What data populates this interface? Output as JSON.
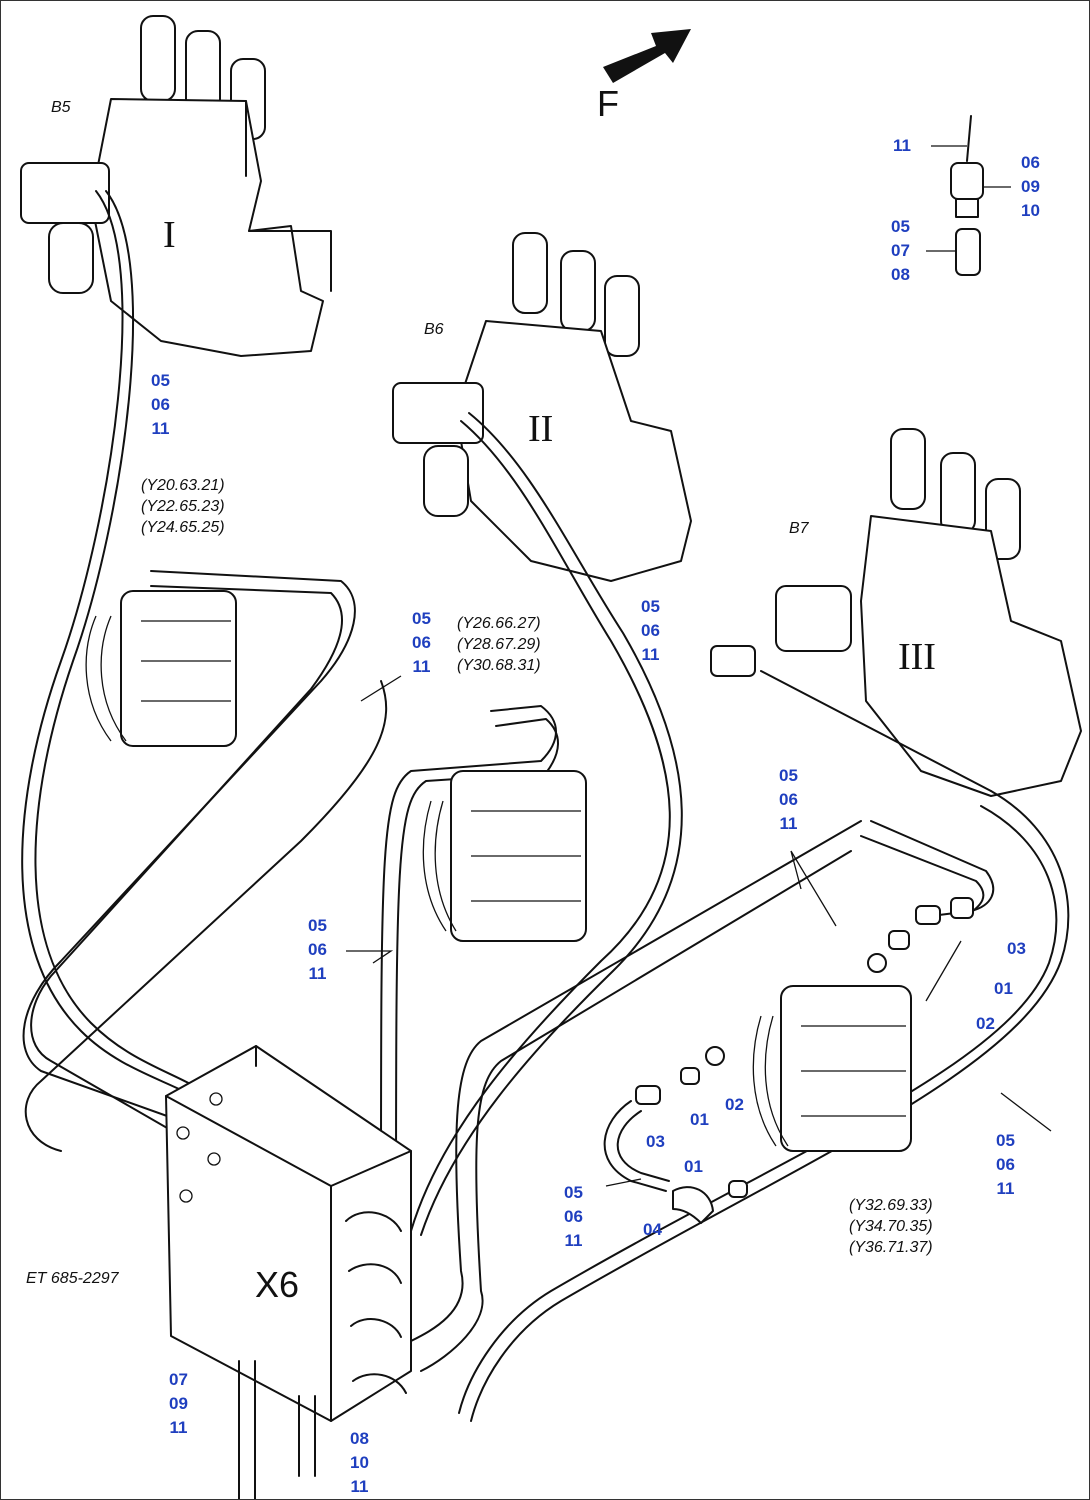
{
  "direction_label": "F",
  "sensors": {
    "b5": "B5",
    "b6": "B6",
    "b7": "B7"
  },
  "valve_blocks": {
    "block_1": "I",
    "block_2": "II",
    "block_3": "III"
  },
  "junction_box": {
    "label": "X6",
    "reference": "ET 685-2297"
  },
  "solenoid_groups": {
    "group_a": [
      "(Y20.63.21)",
      "(Y22.65.23)",
      "(Y24.65.25)"
    ],
    "group_b": [
      "(Y26.66.27)",
      "(Y28.67.29)",
      "(Y30.68.31)"
    ],
    "group_c": [
      "(Y32.69.33)",
      "(Y34.70.35)",
      "(Y36.71.37)"
    ]
  },
  "part_callouts": {
    "cable_b5": [
      "05",
      "06",
      "11"
    ],
    "cable_group_a": [
      "05",
      "06",
      "11"
    ],
    "cable_b6": [
      "05",
      "06",
      "11"
    ],
    "cable_group_c_top": [
      "05",
      "06",
      "11"
    ],
    "cable_group_b": [
      "05",
      "06",
      "11"
    ],
    "cable_b7": [
      "05",
      "06",
      "11"
    ],
    "cable_lower": [
      "05",
      "06",
      "11"
    ],
    "detail_top_11": "11",
    "detail_top_right": [
      "06",
      "09",
      "10"
    ],
    "detail_top_left": [
      "05",
      "07",
      "08"
    ],
    "conduit_left": [
      "07",
      "09",
      "11"
    ],
    "conduit_right": [
      "08",
      "10",
      "11"
    ],
    "fitting_03_right": "03",
    "fitting_01_right": "01",
    "fitting_02_right": "02",
    "fitting_03_mid": "03",
    "fitting_01_mid": "01",
    "fitting_02_mid": "02",
    "fitting_01_low": "01",
    "fitting_04": "04"
  }
}
